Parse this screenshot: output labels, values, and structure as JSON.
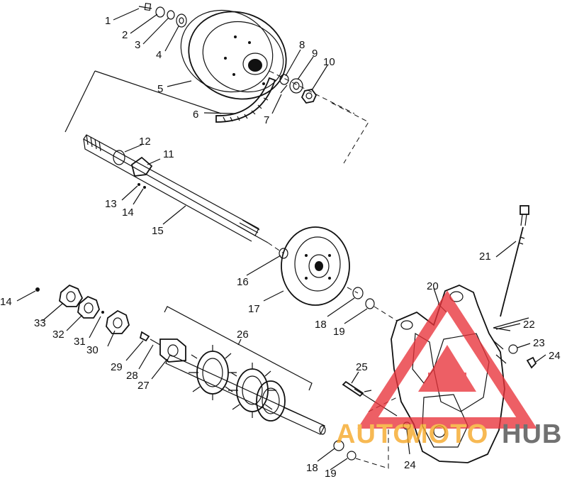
{
  "labels": {
    "l1": "1",
    "l2": "2",
    "l3": "3",
    "l4": "4",
    "l5": "5",
    "l6": "6",
    "l7": "7",
    "l8": "8",
    "l9": "9",
    "l10": "10",
    "l11": "11",
    "l12": "12",
    "l13": "13",
    "l14a": "14",
    "l14b": "14",
    "l15": "15",
    "l16": "16",
    "l17": "17",
    "l18a": "18",
    "l18b": "18",
    "l19a": "19",
    "l19b": "19",
    "l20": "20",
    "l21": "21",
    "l22": "22",
    "l23": "23",
    "l24a": "24",
    "l24b": "24",
    "l25": "25",
    "l26": "26",
    "l27": "27",
    "l28": "28",
    "l29": "29",
    "l30": "30",
    "l31": "31",
    "l32": "32",
    "l33": "33"
  },
  "watermark": {
    "text_auto": "AUTO",
    "text_moto": "MOTO",
    "text_hub": "HUB",
    "color_red": "#e8333a",
    "color_orange": "#f5a623",
    "color_gray": "#4a4a4a"
  }
}
